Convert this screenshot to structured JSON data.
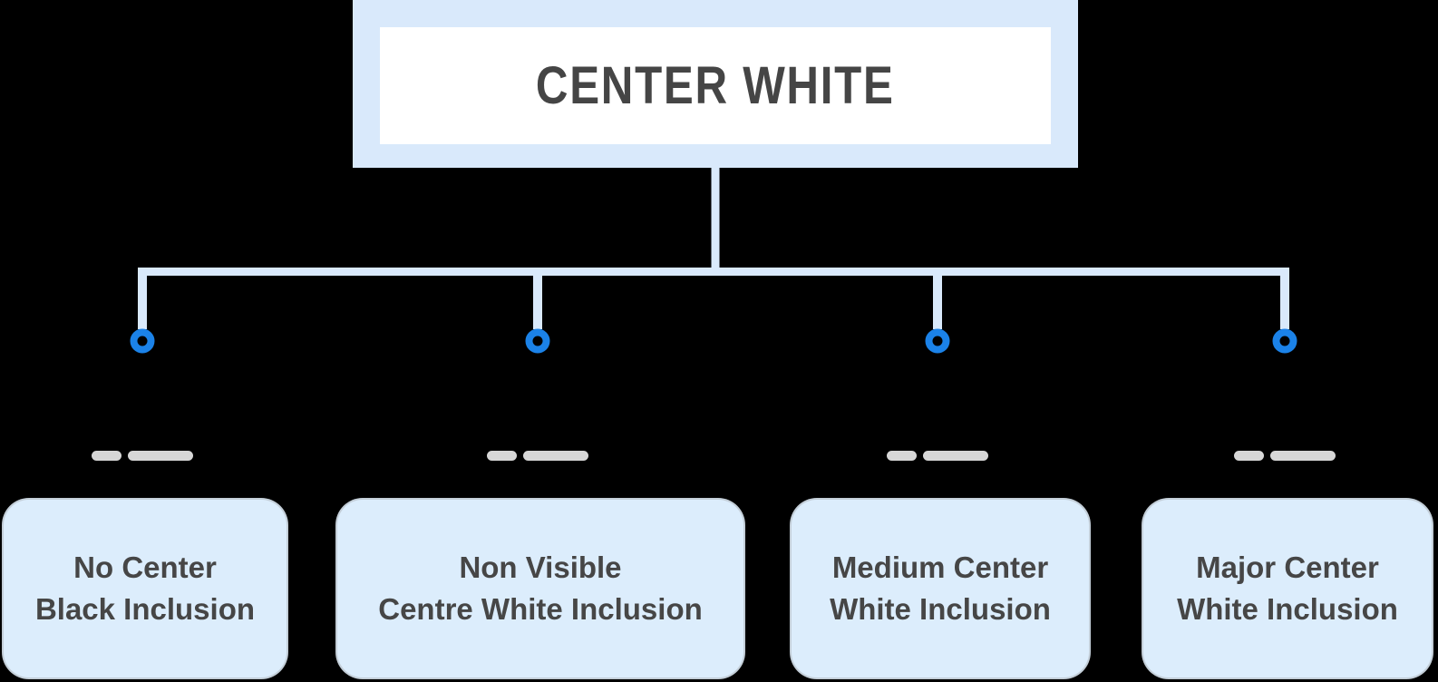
{
  "diagram": {
    "root": {
      "title": "CENTER WHITE"
    },
    "children": [
      {
        "line1": "No Center",
        "line2": "Black Inclusion"
      },
      {
        "line1": "Non Visible",
        "line2": "Centre White Inclusion"
      },
      {
        "line1": "Medium Center",
        "line2": "White Inclusion"
      },
      {
        "line1": "Major Center",
        "line2": "White Inclusion"
      }
    ]
  },
  "icons": {
    "connector_node": "ring-icon",
    "placeholder_caption": "redacted-text-pills"
  },
  "colors": {
    "background": "#000000",
    "root_box_fill": "#d9e9fb",
    "root_inner_fill": "#ffffff",
    "connector_line": "#d9e9fb",
    "ring_blue": "#1b82e8",
    "card_fill": "#dcedfc",
    "placeholder_pill_gray": "#d7d7d7",
    "title_text": "#454545",
    "card_text": "#464646"
  }
}
